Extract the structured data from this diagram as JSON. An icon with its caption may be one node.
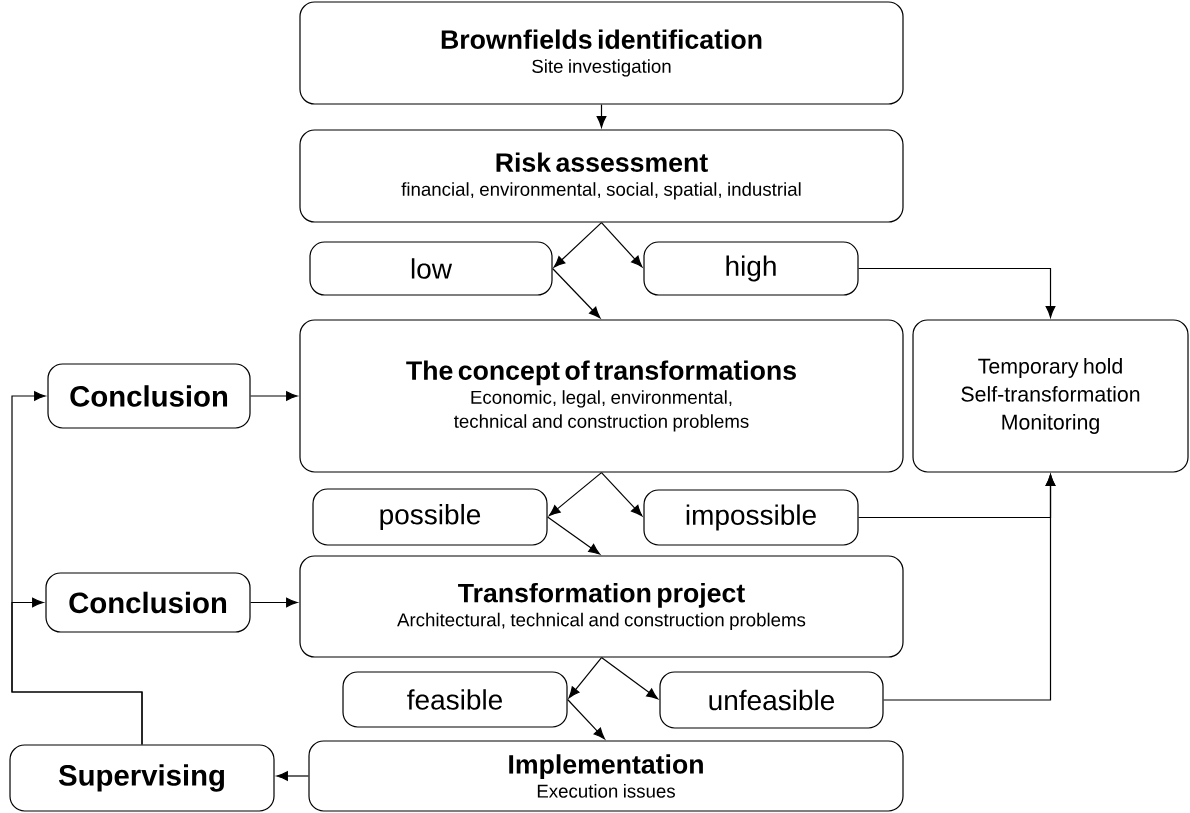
{
  "diagram": {
    "nodes": [
      {
        "text": [
          "Brownfields identification",
          "Site investigation"
        ]
      },
      {
        "text": [
          "Risk assessment",
          "financial, environmental, social, spatial, industrial"
        ]
      },
      {
        "text": [
          "low"
        ]
      },
      {
        "text": [
          "high"
        ]
      },
      {
        "text": [
          "The concept of transformations",
          "Economic, legal, environmental, technical and construction problems"
        ]
      },
      {
        "text": [
          "Temporary hold",
          "Self-transformation",
          "Monitoring"
        ]
      },
      {
        "text": [
          "Conclusion"
        ]
      },
      {
        "text": [
          "possible"
        ]
      },
      {
        "text": [
          "impossible"
        ]
      },
      {
        "text": [
          "Transformation project",
          "Architectural, technical and construction problems"
        ]
      },
      {
        "text": [
          "Conclusion"
        ]
      },
      {
        "text": [
          "feasible"
        ]
      },
      {
        "text": [
          "unfeasible"
        ]
      },
      {
        "text": [
          "Implementation",
          "Execution issues"
        ]
      },
      {
        "text": [
          "Supervising"
        ]
      }
    ],
    "edges": [
      {
        "from": 0,
        "to": 1,
        "arrow": "to"
      },
      {
        "from": 1,
        "to": 2,
        "arrow": "to"
      },
      {
        "from": 1,
        "to": 3,
        "arrow": "to"
      },
      {
        "from": 2,
        "to": 4,
        "arrow": "to"
      },
      {
        "from": 3,
        "to": 5,
        "arrow": "to"
      },
      {
        "from": 6,
        "to": 4,
        "arrow": "to"
      },
      {
        "from": 4,
        "to": 7,
        "arrow": "to"
      },
      {
        "from": 4,
        "to": 8,
        "arrow": "to"
      },
      {
        "from": 7,
        "to": 9,
        "arrow": "to"
      },
      {
        "from": 8,
        "to": 5,
        "arrow": "to"
      },
      {
        "from": 10,
        "to": 9,
        "arrow": "to"
      },
      {
        "from": 9,
        "to": 11,
        "arrow": "to"
      },
      {
        "from": 9,
        "to": 12,
        "arrow": "to"
      },
      {
        "from": 11,
        "to": 13,
        "arrow": "to"
      },
      {
        "from": 12,
        "to": 5,
        "arrow": "to"
      },
      {
        "from": 13,
        "to": 14,
        "arrow": "to"
      },
      {
        "from": 14,
        "to": 6,
        "arrow": "to"
      },
      {
        "from": 14,
        "to": 10,
        "arrow": "to"
      }
    ]
  }
}
